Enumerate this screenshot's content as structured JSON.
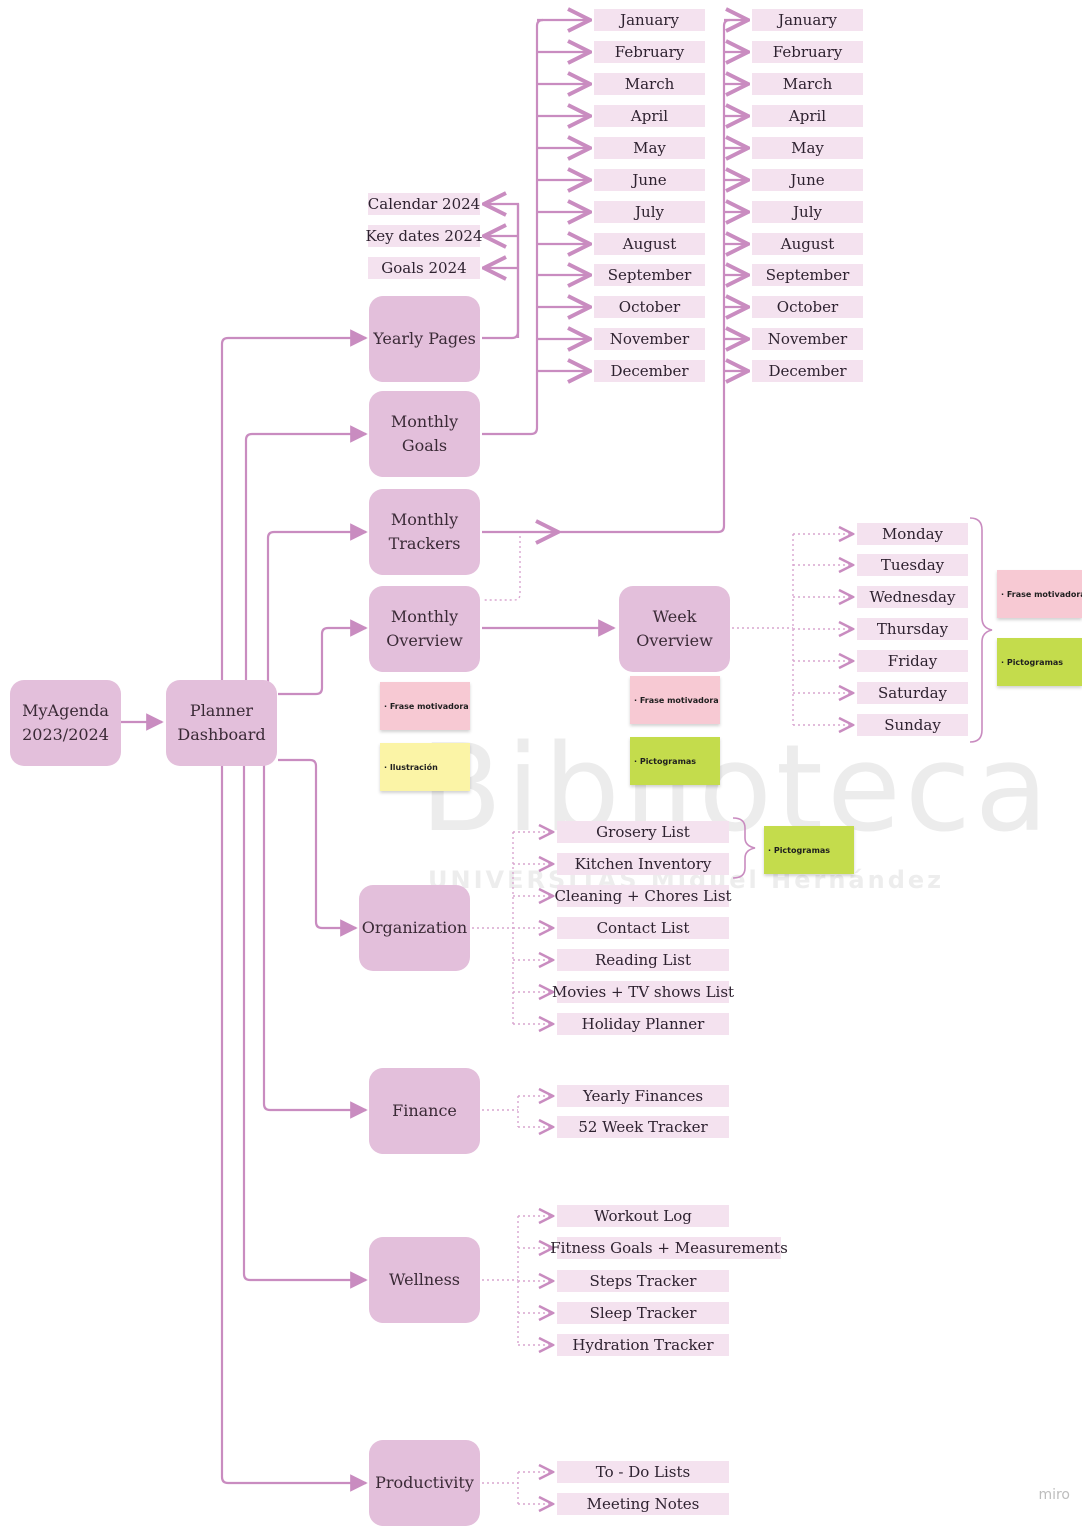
{
  "colors": {
    "node": "#e3bfdb",
    "leaf": "#f4e2ef",
    "connector": "#c98cc0",
    "sticky_pink": "#f7c9d3",
    "sticky_yellow": "#fbf4a6",
    "sticky_green": "#c4dc4c"
  },
  "root": "MyAgenda\n2023/2024",
  "dashboard": "Planner\nDashboard",
  "sections": {
    "yearly_pages": "Yearly Pages",
    "monthly_goals": "Monthly\nGoals",
    "monthly_trackers": "Monthly\nTrackers",
    "monthly_overview": "Monthly\nOverview",
    "week_overview": "Week\nOverview",
    "organization": "Organization",
    "finance": "Finance",
    "wellness": "Wellness",
    "productivity": "Productivity"
  },
  "yearly_items": [
    "Calendar 2024",
    "Key dates 2024",
    "Goals 2024"
  ],
  "months_goals": [
    "January",
    "February",
    "March",
    "April",
    "May",
    "June",
    "July",
    "August",
    "September",
    "October",
    "November",
    "December"
  ],
  "months_trackers": [
    "January",
    "February",
    "March",
    "April",
    "May",
    "June",
    "July",
    "August",
    "September",
    "October",
    "November",
    "December"
  ],
  "days": [
    "Monday",
    "Tuesday",
    "Wednesday",
    "Thursday",
    "Friday",
    "Saturday",
    "Sunday"
  ],
  "organization_items": [
    "Grosery List",
    "Kitchen Inventory",
    "Cleaning + Chores List",
    "Contact List",
    "Reading List",
    "Movies + TV shows List",
    "Holiday Planner"
  ],
  "finance_items": [
    "Yearly Finances",
    "52 Week Tracker"
  ],
  "wellness_items": [
    "Workout Log",
    "Fitness Goals + Measurements",
    "Steps Tracker",
    "Sleep Tracker",
    "Hydration Tracker"
  ],
  "productivity_items": [
    "To - Do Lists",
    "Meeting Notes"
  ],
  "stickies": {
    "monthly_frase": "· Frase motivadora",
    "monthly_ilustracion": "· Ilustración",
    "week_frase": "· Frase motivadora",
    "week_picto": "· Pictogramas",
    "days_frase": "· Frase motivadora",
    "days_picto": "· Pictogramas",
    "org_picto": "· Pictogramas"
  },
  "watermark": {
    "main": "Biblioteca",
    "sub": "UNIVERSITAS Miguel Hernández"
  },
  "brand": "miro"
}
